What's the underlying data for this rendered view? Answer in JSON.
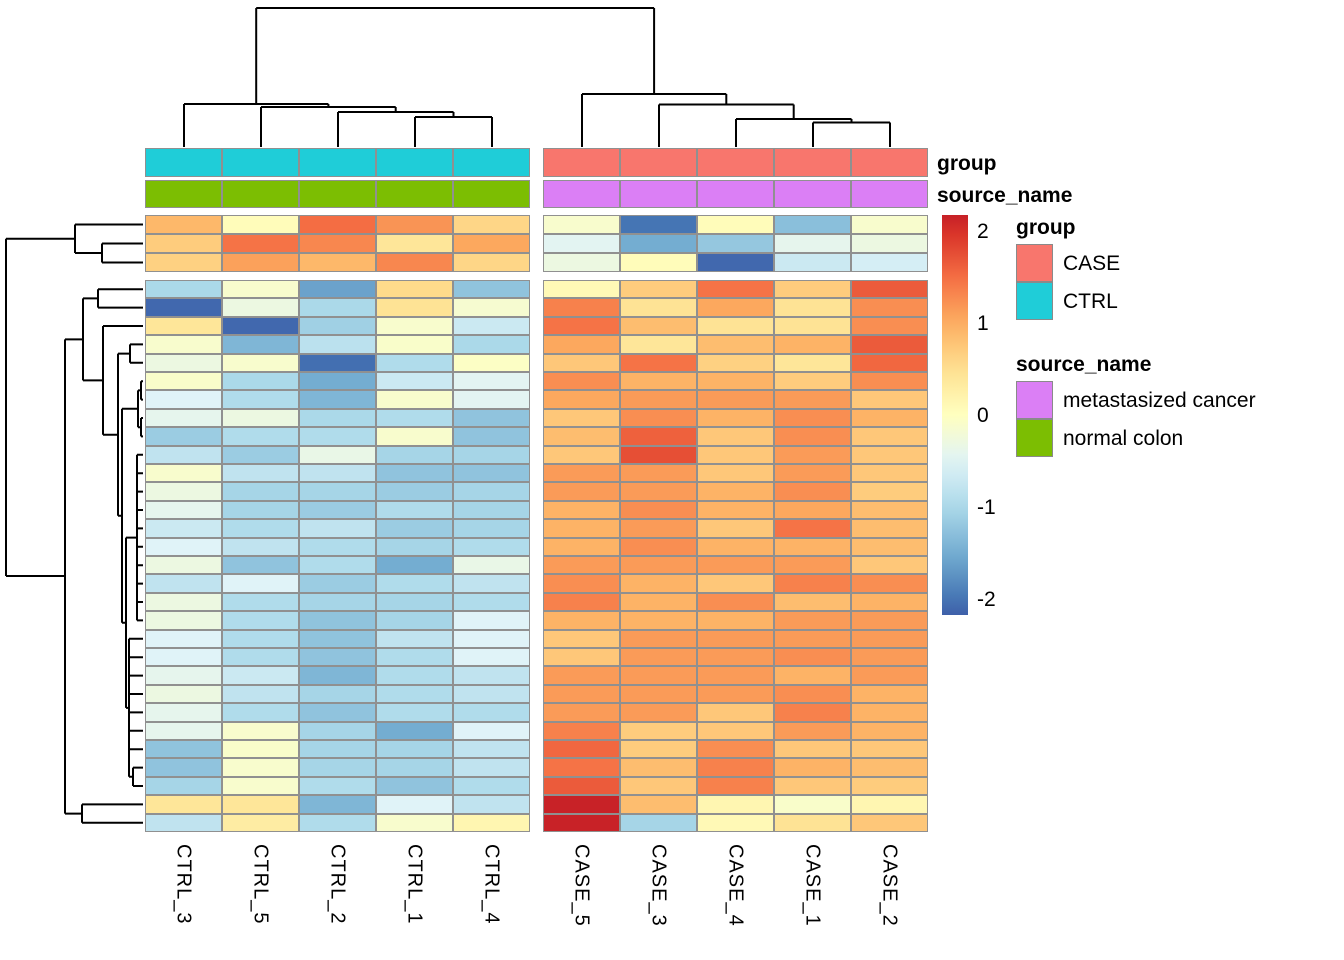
{
  "annotation_labels": {
    "group": "group",
    "source_name": "source_name"
  },
  "legend": {
    "group": {
      "title": "group",
      "items": [
        {
          "label": "CASE",
          "color": "#F8766D"
        },
        {
          "label": "CTRL",
          "color": "#1FCDD8"
        }
      ]
    },
    "source_name": {
      "title": "source_name",
      "items": [
        {
          "label": "metastasized cancer",
          "color": "#DB7FF5"
        },
        {
          "label": "normal colon",
          "color": "#7CBE02"
        }
      ]
    }
  },
  "chart_data": {
    "type": "heatmap",
    "title": "",
    "columns": [
      "CTRL_3",
      "CTRL_5",
      "CTRL_2",
      "CTRL_1",
      "CTRL_4",
      "CASE_5",
      "CASE_3",
      "CASE_4",
      "CASE_1",
      "CASE_2"
    ],
    "column_annotations": {
      "group": [
        "CTRL",
        "CTRL",
        "CTRL",
        "CTRL",
        "CTRL",
        "CASE",
        "CASE",
        "CASE",
        "CASE",
        "CASE"
      ],
      "source_name": [
        "normal colon",
        "normal colon",
        "normal colon",
        "normal colon",
        "normal colon",
        "metastasized cancer",
        "metastasized cancer",
        "metastasized cancer",
        "metastasized cancer",
        "metastasized cancer"
      ]
    },
    "annotation_colors": {
      "CASE": "#F8766D",
      "CTRL": "#1FCDD8",
      "metastasized cancer": "#DB7FF5",
      "normal colon": "#7CBE02"
    },
    "colorscale": {
      "palette": [
        "#313695",
        "#4575B4",
        "#74ADD1",
        "#ABD9E9",
        "#E0F3F8",
        "#FFFFBF",
        "#FEE090",
        "#FDAE61",
        "#F46D43",
        "#D73027",
        "#A50026"
      ],
      "domain": [
        -2.5,
        2.5
      ]
    },
    "colorbar": {
      "ticks": [
        2,
        1,
        0,
        -1,
        -2
      ],
      "top_value": 2.17,
      "bottom_value": -2.17
    },
    "top_block_values": [
      [
        0.9,
        0.05,
        1.5,
        1.2,
        0.6,
        -0.12,
        -2.0,
        0.05,
        -1.3,
        -0.12
      ],
      [
        0.7,
        1.45,
        1.3,
        0.4,
        1.05,
        -0.45,
        -1.5,
        -1.2,
        -0.4,
        -0.3
      ],
      [
        0.65,
        1.1,
        0.9,
        1.3,
        0.6,
        -0.3,
        0.05,
        -2.1,
        -0.7,
        -0.6
      ]
    ],
    "main_block_values": [
      [
        -1.0,
        -0.12,
        -1.6,
        0.55,
        -1.25,
        0.1,
        0.7,
        1.45,
        0.7,
        1.65
      ],
      [
        -2.1,
        -0.3,
        -1.0,
        0.45,
        -0.15,
        1.35,
        0.45,
        1.05,
        0.45,
        1.25
      ],
      [
        0.4,
        -2.1,
        -1.1,
        -0.12,
        -0.7,
        1.45,
        0.85,
        0.45,
        0.45,
        1.25
      ],
      [
        -0.12,
        -1.4,
        -0.85,
        -0.1,
        -1.0,
        1.05,
        0.4,
        0.85,
        0.95,
        1.65
      ],
      [
        -0.3,
        -0.12,
        -2.05,
        -0.95,
        -0.05,
        0.75,
        1.45,
        0.65,
        0.4,
        1.55
      ],
      [
        -0.1,
        -1.0,
        -1.5,
        -0.7,
        -0.45,
        1.25,
        0.95,
        0.95,
        0.7,
        1.25
      ],
      [
        -0.5,
        -0.95,
        -1.4,
        -0.12,
        -0.45,
        1.05,
        1.15,
        1.15,
        1.15,
        0.75
      ],
      [
        -0.4,
        -0.3,
        -1.0,
        -0.95,
        -1.25,
        0.75,
        1.25,
        0.95,
        1.25,
        0.95
      ],
      [
        -1.15,
        -0.95,
        -0.95,
        -0.12,
        -1.25,
        0.85,
        1.6,
        0.75,
        1.25,
        0.75
      ],
      [
        -0.8,
        -1.15,
        -0.35,
        -1.05,
        -1.05,
        0.75,
        1.75,
        0.75,
        1.15,
        0.75
      ],
      [
        -0.12,
        -0.8,
        -0.8,
        -1.25,
        -1.25,
        1.15,
        1.15,
        0.75,
        1.15,
        0.75
      ],
      [
        -0.3,
        -1.05,
        -1.05,
        -1.15,
        -1.05,
        1.15,
        1.15,
        0.95,
        1.25,
        0.7
      ],
      [
        -0.4,
        -1.05,
        -1.15,
        -0.95,
        -1.05,
        0.95,
        1.25,
        0.95,
        1.05,
        0.85
      ],
      [
        -0.7,
        -0.95,
        -0.8,
        -1.15,
        -1.05,
        0.95,
        1.15,
        0.75,
        1.45,
        0.85
      ],
      [
        -0.5,
        -0.8,
        -0.95,
        -1.05,
        -0.95,
        0.95,
        1.25,
        0.95,
        0.95,
        0.85
      ],
      [
        -0.3,
        -1.25,
        -0.95,
        -1.5,
        -0.35,
        1.15,
        1.15,
        1.15,
        1.15,
        0.75
      ],
      [
        -0.8,
        -0.5,
        -1.15,
        -0.95,
        -0.8,
        1.25,
        0.95,
        0.75,
        1.35,
        1.25
      ],
      [
        -0.3,
        -0.95,
        -1.05,
        -1.05,
        -0.95,
        1.35,
        0.95,
        1.25,
        0.85,
        0.95
      ],
      [
        -0.3,
        -0.95,
        -1.25,
        -1.05,
        -0.5,
        0.95,
        0.95,
        0.95,
        1.15,
        1.15
      ],
      [
        -0.5,
        -0.95,
        -1.25,
        -0.8,
        -0.5,
        0.75,
        1.15,
        1.15,
        1.15,
        1.15
      ],
      [
        -0.5,
        -0.95,
        -1.25,
        -0.95,
        -0.5,
        0.75,
        1.15,
        1.15,
        1.25,
        1.15
      ],
      [
        -0.4,
        -0.7,
        -1.4,
        -0.95,
        -0.8,
        1.15,
        1.15,
        1.15,
        0.95,
        1.15
      ],
      [
        -0.3,
        -0.8,
        -1.05,
        -0.95,
        -0.8,
        1.15,
        1.15,
        1.15,
        1.25,
        0.95
      ],
      [
        -0.4,
        -0.95,
        -1.25,
        -0.95,
        -0.95,
        1.15,
        1.15,
        0.75,
        1.35,
        0.95
      ],
      [
        -0.4,
        -0.12,
        -1.05,
        -1.5,
        -0.5,
        1.35,
        0.7,
        0.75,
        1.15,
        0.95
      ],
      [
        -1.25,
        -0.1,
        -1.05,
        -1.05,
        -0.8,
        1.55,
        0.7,
        1.25,
        0.75,
        0.75
      ],
      [
        -1.25,
        -0.12,
        -1.05,
        -1.05,
        -0.8,
        1.45,
        0.85,
        1.35,
        0.95,
        0.85
      ],
      [
        -1.05,
        -0.12,
        -0.95,
        -1.25,
        -0.95,
        1.65,
        0.75,
        1.35,
        0.75,
        0.7
      ],
      [
        0.4,
        0.4,
        -1.4,
        -0.5,
        -0.8,
        2.15,
        0.85,
        0.15,
        -0.1,
        0.15
      ],
      [
        -0.8,
        0.3,
        -0.95,
        -0.12,
        0.15,
        2.15,
        -1.05,
        0.1,
        0.45,
        0.75
      ]
    ],
    "col_dendrogram_segments": [
      [
        415,
        117,
        415,
        147
      ],
      [
        492,
        117,
        492,
        147
      ],
      [
        415,
        117,
        492,
        117
      ],
      [
        453.5,
        112,
        453.5,
        117
      ],
      [
        338,
        112,
        338,
        147
      ],
      [
        338,
        112,
        453.5,
        112
      ],
      [
        395.7,
        107,
        395.7,
        112
      ],
      [
        261,
        107,
        261,
        147
      ],
      [
        261,
        107,
        395.7,
        107
      ],
      [
        328.4,
        104,
        328.4,
        107
      ],
      [
        184,
        104,
        184,
        147
      ],
      [
        184,
        104,
        328.4,
        104
      ],
      [
        813,
        122.5,
        813,
        147
      ],
      [
        890,
        122.5,
        890,
        147
      ],
      [
        813,
        122.5,
        890,
        122.5
      ],
      [
        851.5,
        119,
        851.5,
        122.5
      ],
      [
        736,
        119,
        736,
        147
      ],
      [
        736,
        119,
        851.5,
        119
      ],
      [
        793.7,
        104.5,
        793.7,
        119
      ],
      [
        659,
        104.5,
        659,
        147
      ],
      [
        659,
        104.5,
        793.7,
        104.5
      ],
      [
        726.3,
        94,
        726.3,
        104.5
      ],
      [
        582,
        94,
        582,
        147
      ],
      [
        582,
        94,
        726.3,
        94
      ],
      [
        256.2,
        8,
        256.2,
        104
      ],
      [
        654.1,
        8,
        654.1,
        94
      ],
      [
        256.2,
        8,
        654.1,
        8
      ]
    ],
    "row_dendrogram_segments": [
      [
        102,
        243.5,
        143,
        243.5
      ],
      [
        102,
        262.5,
        143,
        262.5
      ],
      [
        102,
        243.5,
        102,
        262.5
      ],
      [
        75,
        224.5,
        143,
        224.5
      ],
      [
        75,
        253,
        102,
        253
      ],
      [
        75,
        224.5,
        75,
        253
      ],
      [
        6,
        238.75,
        75,
        238.75
      ],
      [
        6,
        576,
        65,
        576
      ],
      [
        6,
        238.75,
        6,
        576
      ],
      [
        65,
        339.4,
        83,
        339.4
      ],
      [
        65,
        813.6,
        82,
        813.6
      ],
      [
        65,
        339.4,
        65,
        813.6
      ],
      [
        82,
        804.4,
        143,
        804.4
      ],
      [
        82,
        822.8,
        143,
        822.8
      ],
      [
        82,
        804.4,
        82,
        822.8
      ],
      [
        98,
        289.2,
        143,
        289.2
      ],
      [
        98,
        307.6,
        143,
        307.6
      ],
      [
        98,
        289.2,
        98,
        307.6
      ],
      [
        83,
        298.4,
        98,
        298.4
      ],
      [
        83,
        380.4,
        103,
        380.4
      ],
      [
        83,
        298.4,
        83,
        380.4
      ],
      [
        103,
        326,
        143,
        326
      ],
      [
        103,
        434.7,
        118,
        434.7
      ],
      [
        103,
        326,
        103,
        434.7
      ],
      [
        130,
        344.4,
        143,
        344.4
      ],
      [
        130,
        362.8,
        143,
        362.8
      ],
      [
        130,
        344.4,
        130,
        362.8
      ],
      [
        118,
        353.6,
        130,
        353.6
      ],
      [
        118,
        515.8,
        122,
        515.8
      ],
      [
        118,
        353.6,
        118,
        515.8
      ],
      [
        141,
        381.2,
        143,
        381.2
      ],
      [
        141,
        399.6,
        143,
        399.6
      ],
      [
        141,
        381.2,
        141,
        399.6
      ],
      [
        141,
        418,
        143,
        418
      ],
      [
        141,
        436.4,
        143,
        436.4
      ],
      [
        141,
        418,
        141,
        436.4
      ],
      [
        138,
        390.4,
        141,
        390.4
      ],
      [
        138,
        427.2,
        141,
        427.2
      ],
      [
        138,
        390.4,
        138,
        427.2
      ],
      [
        122,
        408.8,
        138,
        408.8
      ],
      [
        122,
        622.8,
        126,
        622.8
      ],
      [
        122,
        408.8,
        122,
        622.8
      ],
      [
        137,
        454.8,
        137,
        620.4
      ],
      [
        137,
        454.8,
        143,
        454.8
      ],
      [
        137,
        473.2,
        143,
        473.2
      ],
      [
        137,
        491.6,
        143,
        491.6
      ],
      [
        137,
        510,
        143,
        510
      ],
      [
        137,
        528.4,
        143,
        528.4
      ],
      [
        137,
        546.8,
        143,
        546.8
      ],
      [
        137,
        565.2,
        143,
        565.2
      ],
      [
        137,
        583.6,
        143,
        583.6
      ],
      [
        137,
        602,
        143,
        602
      ],
      [
        137,
        620.4,
        143,
        620.4
      ],
      [
        126,
        537.6,
        137,
        537.6
      ],
      [
        126,
        707.9,
        129,
        707.9
      ],
      [
        126,
        537.6,
        126,
        707.9
      ],
      [
        129,
        638.8,
        129,
        776.8
      ],
      [
        129,
        638.8,
        143,
        638.8
      ],
      [
        129,
        657.2,
        143,
        657.2
      ],
      [
        129,
        675.6,
        143,
        675.6
      ],
      [
        129,
        694,
        143,
        694
      ],
      [
        129,
        712.4,
        143,
        712.4
      ],
      [
        129,
        730.8,
        143,
        730.8
      ],
      [
        129,
        749.2,
        143,
        749.2
      ],
      [
        133,
        767.6,
        143,
        767.6
      ],
      [
        133,
        786,
        143,
        786
      ],
      [
        133,
        767.6,
        133,
        786
      ],
      [
        129,
        776.8,
        133,
        776.8
      ]
    ]
  }
}
